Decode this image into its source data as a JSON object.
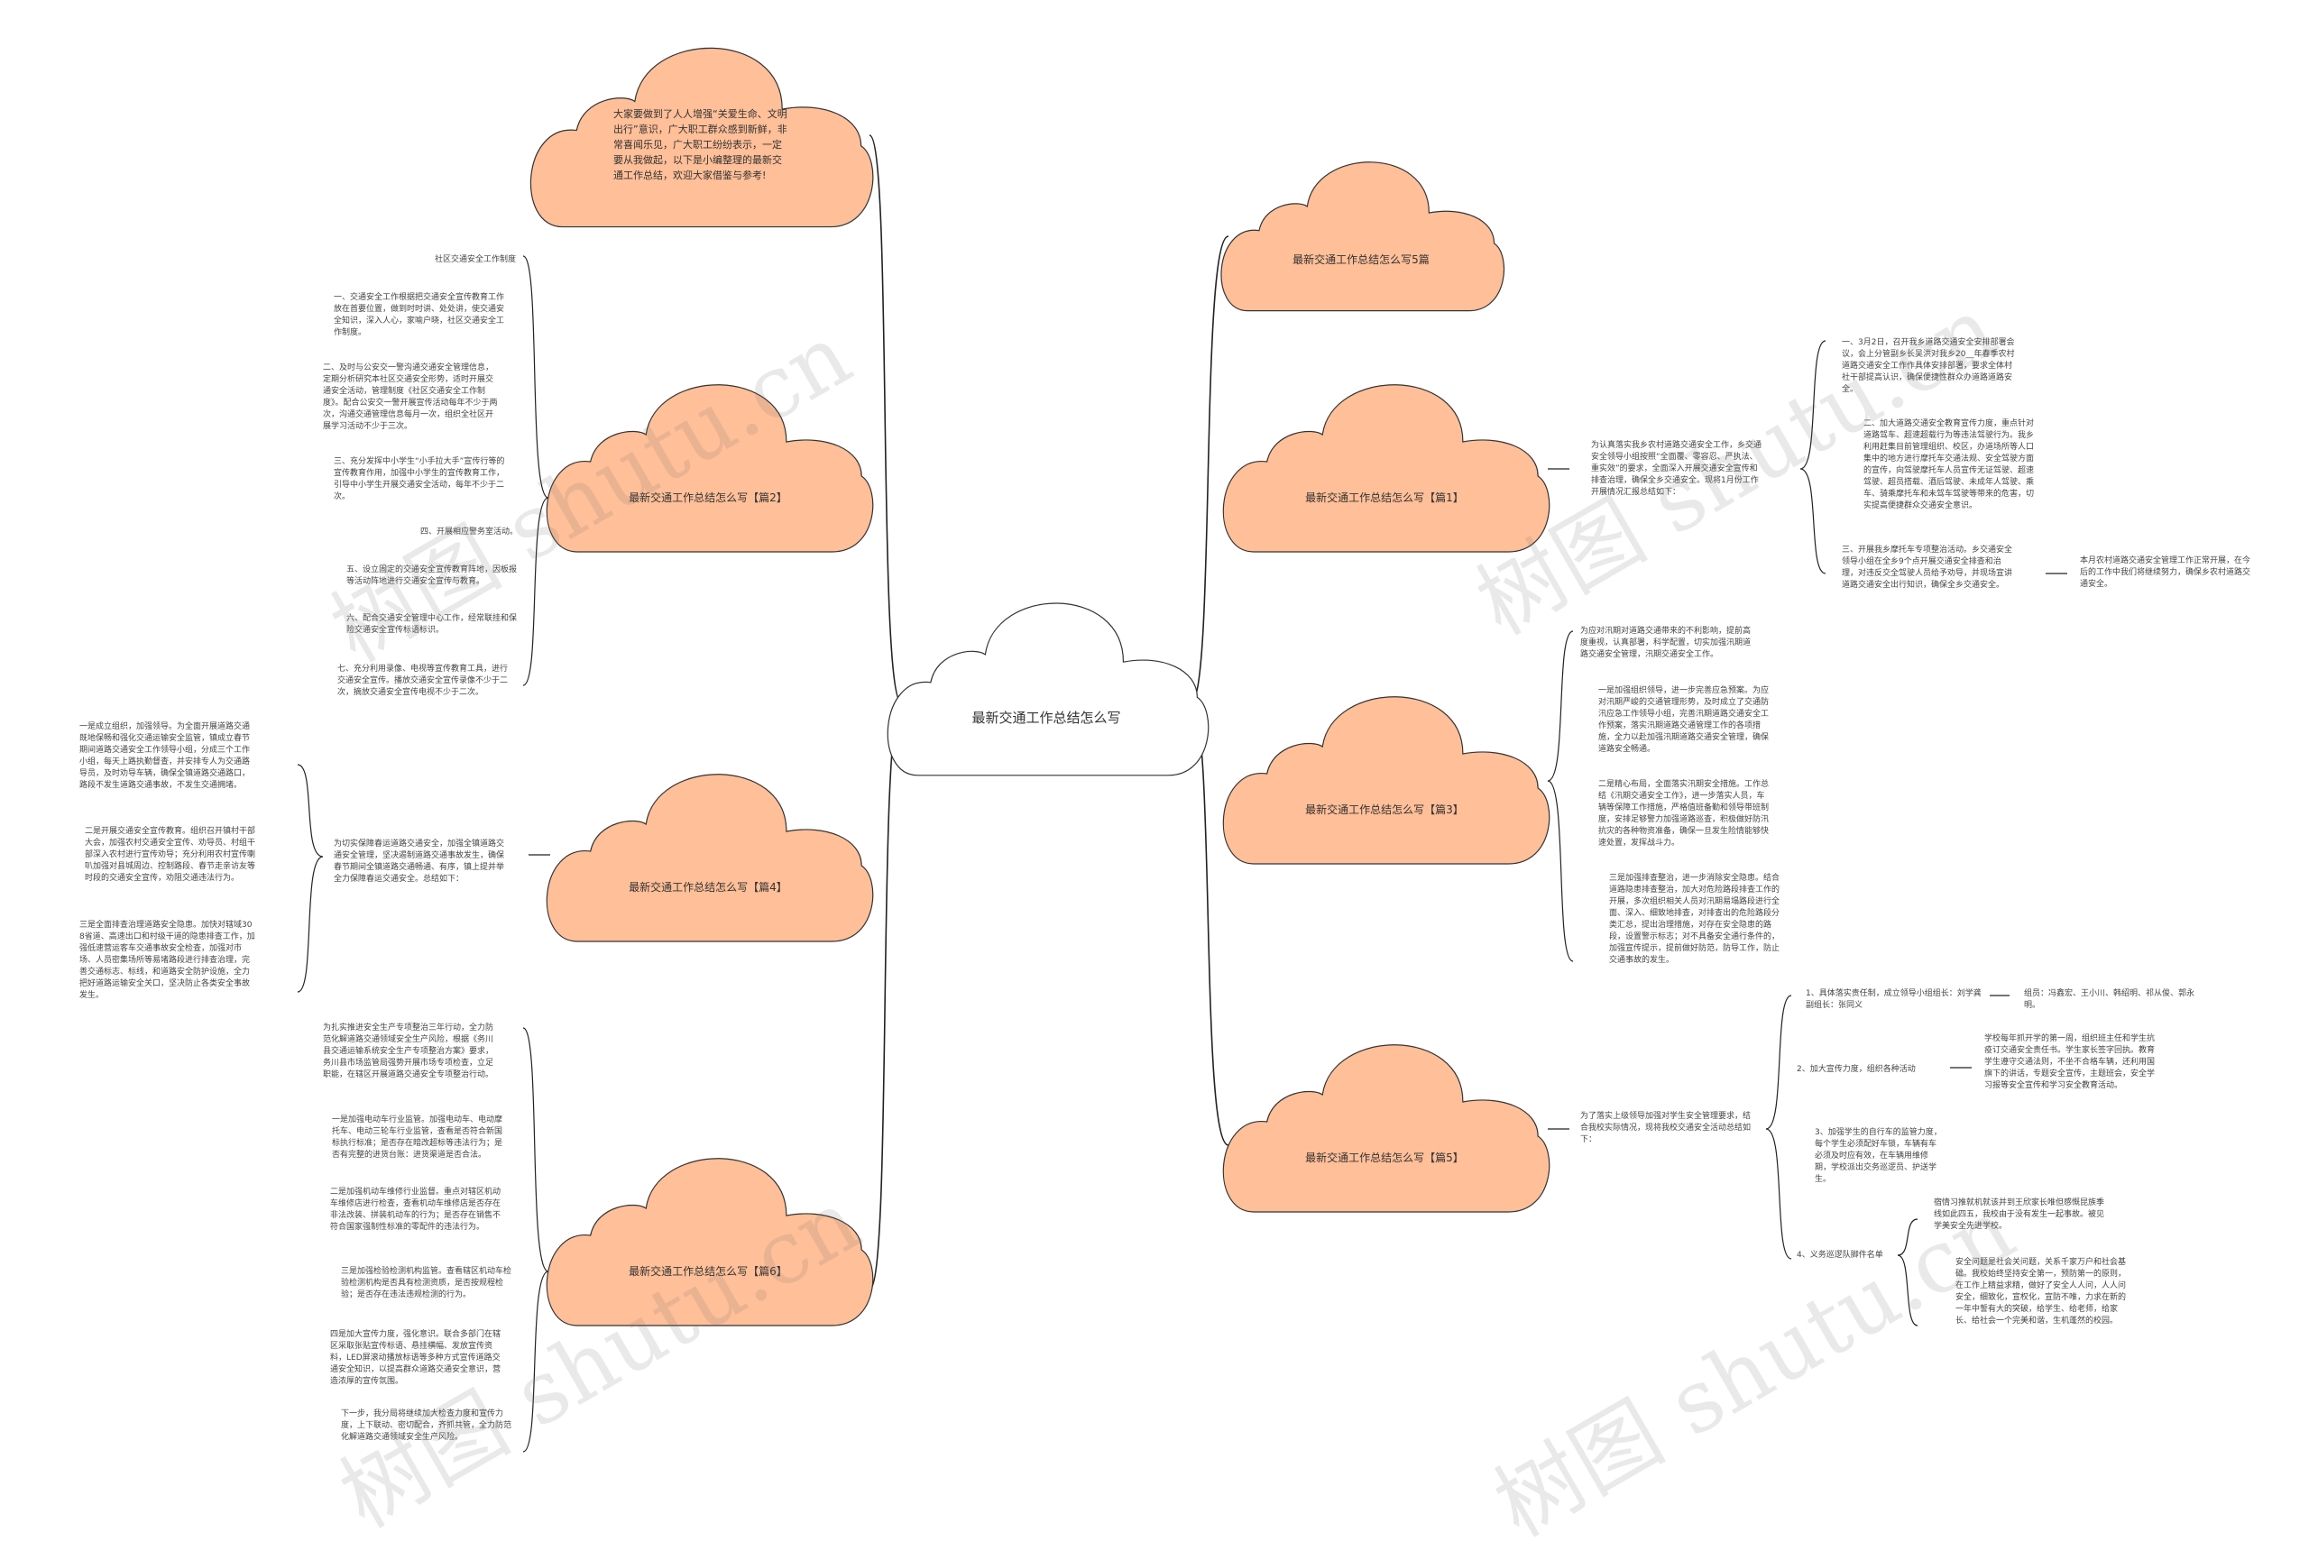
{
  "colors": {
    "cloud_fill": "#FFBF98",
    "cloud_stroke": "#333333",
    "root_fill": "#FFFFFF",
    "line": "#222222"
  },
  "root": {
    "label": "最新交通工作总结怎么写"
  },
  "intro": {
    "text": "大家要做到了人人增强“关爱生命、文明出行”意识，广大职工群众感到新鲜，非常喜闻乐见，广大职工纷纷表示，一定要从我做起，以下是小编整理的最新交通工作总结，欢迎大家借鉴与参考!"
  },
  "left_topics": [
    {
      "label": "最新交通工作总结怎么写【篇2】",
      "items": [
        "社区交通安全工作制度",
        "一、交通安全工作根据把交通安全宣传教育工作放在首要位置，做到时时讲、处处讲，使交通安全知识，深入人心，家喻户晓，社区交通安全工作制度。",
        "二、及时与公安交一警沟通交通安全管理信息，定期分析研究本社区交通安全形势，适时开展交通安全活动，管理制度《社区交通安全工作制度》。配合公安交一警开展宣传活动每年不少于两次，沟通交通管理信息每月一次，组织全社区开展学习活动不少于三次。",
        "三、充分发挥中小学生“小手拉大手”宣传行等的宣传教育作用，加强中小学生的宣传教育工作，引导中小学生开展交通安全活动，每年不少于二次。",
        "四、开展相应警务室活动。",
        "五、设立固定的交通安全宣传教育阵地，因板报等活动阵地进行交通安全宣传与教育。",
        "六、配合交通安全管理中心工作，经常联挂和保险交通安全宣传标语标识。",
        "七、充分利用录像、电视等宣传教育工具，进行交通安全宣传。播放交通安全宣传录像不少于二次，摘放交通安全宣传电视不少于二次。"
      ]
    },
    {
      "label": "最新交通工作总结怎么写【篇4】",
      "summary": "为切实保障春运道路交通安全，加强全镇道路交通安全管理，坚决遏制道路交通事故发生，确保春节期间全镇道路交通畅通、有序，镇上提并举全力保障春运交通安全。总结如下：",
      "items": [
        "一是成立组织，加强领导。为全面开展道路交通既地保畅和强化交通运输安全监管，镇成立春节期间道路交通安全工作领导小组，分成三个工作小组，每天上路执勤督查，并安排专人为交通路导员，及时劝导车辆，确保全镇道路交通路口，路段不发生道路交通事故，不发生交通拥堵。",
        "二是开展交通安全宣传教育。组织召开镇村干部大会，加强农村交通安全宣传、劝导员、村组干部深入农村进行宣传劝导；充分利用农村宣传喇叭加强对县城周边、控制路段、春节走亲访友等时段的交通安全宣传，劝阻交通违法行为。",
        "三是全面排查治理道路安全隐患。加快对辖域308省道、高速出口和村级干道的隐患排查工作，加强低速营运客车交通事故安全检查，加强对市场、人员密集场所等易堵路段进行排查治理，完善交通标志、标线，和道路安全防护设施，全力把好道路运输安全关口，坚决防止各类安全事故发生。"
      ]
    },
    {
      "label": "最新交通工作总结怎么写【篇6】",
      "summary": "为扎实推进安全生产专项整治三年行动，全力防范化解道路交通领域安全生产风险，根据《务川县交通运输系统安全生产专项整治方案》要求，务川县市场监管局强势开展市场专项检查，立足职能，在辖区开展道路交通安全专项整治行动。",
      "items": [
        "一是加强电动车行业监管。加强电动车、电动摩托车、电动三轮车行业监管，查看是否符合新国标执行标准；是否存在暗改超标等违法行为；是否有完整的进货台账：进货渠道是否合法。",
        "二是加强机动车维修行业监督。重点对辖区机动车维修店进行检查，查看机动车维修店是否存在非法改装、拼装机动车的行为；是否存在销售不符合国家强制性标准的零配件的违法行为。",
        "三是加强检验检测机构监管。查看辖区机动车检验检测机构是否具有检测资质，是否按规程检验；是否存在违法违规检测的行为。",
        "四是加大宣传力度，强化意识。联合多部门在辖区采取张贴宣传标语、悬挂横幅、发放宣传资料，LED屏滚动播放标语等多种方式宣传道路交通安全知识，以提高群众道路交通安全意识，营造浓厚的宣传氛围。",
        "下一步，我分局将继续加大检查力度和宣传力度，上下联动、密切配合，齐抓共管，全力防范化解道路交通领域安全生产风险。"
      ]
    }
  ],
  "right_topics": [
    {
      "label": "最新交通工作总结怎么写5篇"
    },
    {
      "label": "最新交通工作总结怎么写【篇1】",
      "summary": "为认真落实我乡农村道路交通安全工作，乡交通安全领导小组按照“全面覆、零容忍、严执法、重实效”的要求，全面深入开展交通安全宣传和排查治理，确保全乡交通安全。现将1月份工作开展情况汇报总结如下：",
      "items": [
        "一、3月2日，召开我乡道路交通安全安排部署会议，会上分管副乡长吴洪对我乡20__年春季农村道路交通安全工作作具体安排部署，要求全体村社干部提高认识，确保便捷性群众办道路道路安全。",
        "二、加大道路交通安全教育宣传力度，重点针对道路驾车、超速超载行为等违法驾驶行为。我乡利用赶集目前管理组织、校区，办道场所等人口集中的地方进行摩托车交通法规、安全驾驶方面的宣传，向驾驶摩托车人员宣传无证驾驶、超速驾驶、超员搭载、酒后驾驶、未成年人驾驶、乘车、骑乘摩托车和未驾车驾驶等带来的危害，切实提高便捷群众交通安全意识。",
        "三、开展我乡摩托车专项整治活动。乡交通安全领导小组在全乡9个点开展交通安全排查和治理，对违反交全驾驶人员给予劝导，并现场宣讲道路交通安全出行知识，确保全乡交通安全。"
      ],
      "note": "本月农村道路交通安全管理工作正常开展，在今后的工作中我们将继续努力，确保乡农村道路交通安全。"
    },
    {
      "label": "最新交通工作总结怎么写【篇3】",
      "summary": "为应对汛期对道路交通带来的不利影响，提前高度重视，认真部署，科学配置，切实加强汛期道路交通安全管理，汛期交通安全工作。",
      "items": [
        "一是加强组织领导，进一步完善应急预案。为应对汛期严峻的交通管理形势，及时成立了交通防汛应急工作领导小组，完善汛期道路交通安全工作预案，落实汛期道路交通管理工作的各项措施，全力以赴加强汛期道路交通安全管理，确保道路安全畅通。",
        "二是精心布局，全面落实汛期安全措施。工作总结《汛期交通安全工作》，进一步落实人员，车辆等保障工作措施，严格值班备勤和领导带班制度，安排足够警力加强道路巡查，积极做好防汛抗灾的各种物资准备，确保一旦发生险情能够快速处置，发挥战斗力。",
        "三是加强排查整治，进一步消除安全隐患。结合道路隐患排查整治，加大对危险路段排查工作的开展，多次组织相关人员对汛期易塌路段进行全面、深入、细致地排查，对排查出的危险路段分类汇总，提出治理措施，对存在安全隐患的路段，设置警示标志；对不具备安全通行条件的，加强宣传提示，提前做好防范，防导工作，防止交通事故的发生。"
      ]
    },
    {
      "label": "最新交通工作总结怎么写【篇5】",
      "summary": "为了落实上级领导加强对学生安全管理要求，结合我校实际情况，现将我校交通安全活动总结如下：",
      "items": [
        {
          "text": "1、具体落实责任制，成立领导小组组长：刘学龚副组长：张同义",
          "detail": "组员：冯鑫宏、王小川、韩绍明、祁从俊、郭永明。"
        },
        {
          "text": "2、加大宣传力度，组织各种活动",
          "detail": "学校每年抓开学的第一周，组织班主任和学生抗疫订交通安全责任书。学生家长签字回执。教育学生遵守交通法则，不坐不合格车辆，还利用国旗下的讲话，专题安全宣传，主题班会，安全学习报等安全宣传和学习安全教育活动。"
        },
        {
          "text": "3、加强学生的自行车的监管力度，每个学生必须配好车锁，车辆有车必须及时应有效，在车辆用维修期，学校派出交务巡逻员、护送学生。",
          "detail": ""
        },
        {
          "text": "4、义务巡逻队脚件名单",
          "detail": "宿情习推就机就该并到王欣家长唯但感慨昆族季线如此四五，我校由于没有发生一起事故。被见学美安全先进学校。"
        },
        {
          "text": "",
          "detail": "安全问题是社会关问题，关系千家万户和社会基础。我校始终坚持安全第一，预防第一的原则，在工作上精益求精，做好了安全人人问，人人问安全，细致化，宣权化，宣防不唯，力求在新的一年中誓有大的突破，给学生、给老师，给家长、给社会一个完美和谐，生机蓬然的校园。"
        }
      ]
    }
  ],
  "watermarks": [
    "树图 shutu.cn",
    "树图 shutu.cn",
    "树图 shutu.cn",
    "树图 shutu.cn"
  ]
}
